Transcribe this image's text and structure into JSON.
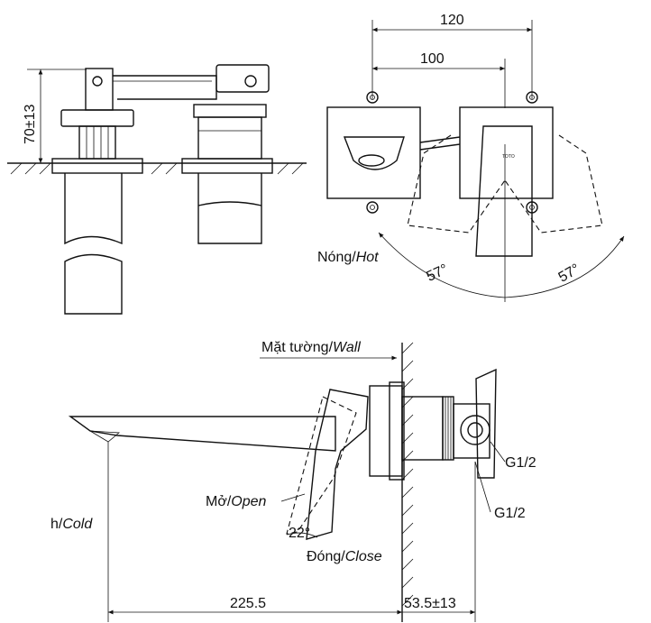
{
  "dimensions": {
    "height_tolerance": "70±13",
    "width_outer": "120",
    "width_inner": "100",
    "spout_length": "225.5",
    "wall_depth": "53.5±13",
    "angle_left": "57°",
    "angle_right": "57°",
    "lever_angle": "22°"
  },
  "labels": {
    "hot_vi": "Nóng/",
    "hot_en": "Hot",
    "cold_partial": "h/",
    "cold_en": "Cold",
    "wall_vi": "Mặt tường/",
    "wall_en": "Wall",
    "open_vi": "Mở/",
    "open_en": "Open",
    "close_vi": "Đóng/",
    "close_en": "Close",
    "thread_top": "G1/2",
    "thread_bottom": "G1/2"
  },
  "logo_text": "TOTO"
}
